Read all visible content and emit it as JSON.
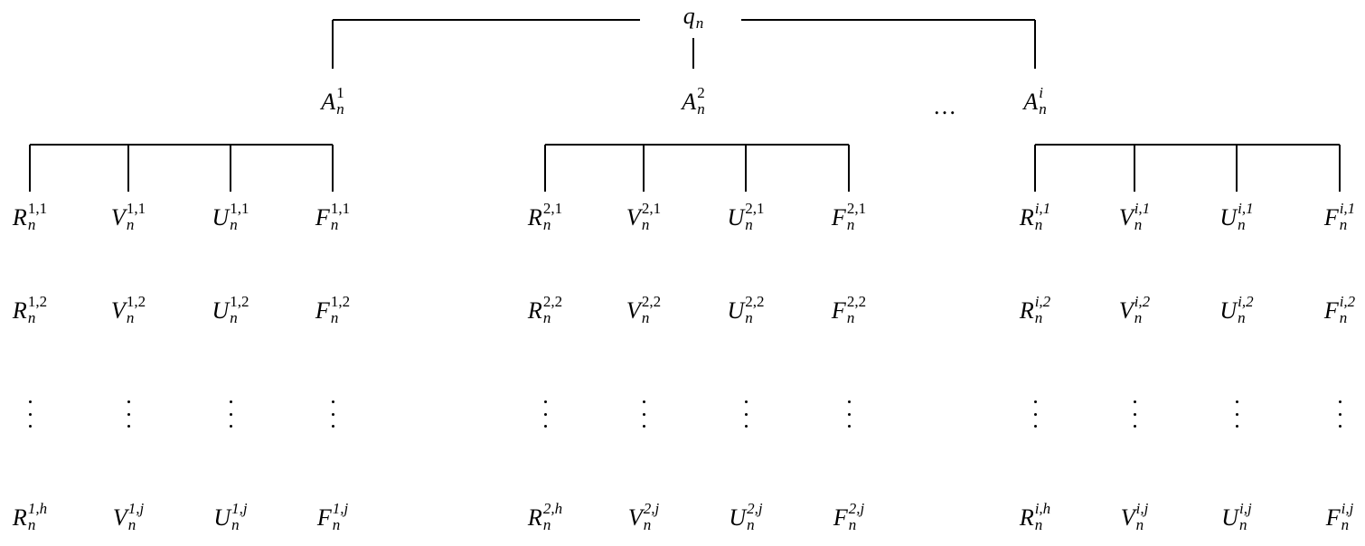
{
  "root": {
    "base": "q",
    "sub": "n"
  },
  "ellipsis": "…",
  "groups": [
    {
      "node": {
        "base": "A",
        "sup": "1",
        "sub": "n"
      },
      "columns": [
        {
          "base": "R",
          "rows": [
            "1,1",
            "1,2",
            "1,h"
          ]
        },
        {
          "base": "V",
          "rows": [
            "1,1",
            "1,2",
            "1,j"
          ]
        },
        {
          "base": "U",
          "rows": [
            "1,1",
            "1,2",
            "1,j"
          ]
        },
        {
          "base": "F",
          "rows": [
            "1,1",
            "1,2",
            "1,j"
          ]
        }
      ]
    },
    {
      "node": {
        "base": "A",
        "sup": "2",
        "sub": "n"
      },
      "columns": [
        {
          "base": "R",
          "rows": [
            "2,1",
            "2,2",
            "2,h"
          ]
        },
        {
          "base": "V",
          "rows": [
            "2,1",
            "2,2",
            "2,j"
          ]
        },
        {
          "base": "U",
          "rows": [
            "2,1",
            "2,2",
            "2,j"
          ]
        },
        {
          "base": "F",
          "rows": [
            "2,1",
            "2,2",
            "2,j"
          ]
        }
      ]
    },
    {
      "node": {
        "base": "A",
        "sup": "i",
        "sub": "n"
      },
      "columns": [
        {
          "base": "R",
          "rows": [
            "i,1",
            "i,2",
            "i,h"
          ]
        },
        {
          "base": "V",
          "rows": [
            "i,1",
            "i,2",
            "i,j"
          ]
        },
        {
          "base": "U",
          "rows": [
            "i,1",
            "i,2",
            "i,j"
          ]
        },
        {
          "base": "F",
          "rows": [
            "i,1",
            "i,2",
            "i,j"
          ]
        }
      ]
    }
  ],
  "leaf_sub": "n"
}
